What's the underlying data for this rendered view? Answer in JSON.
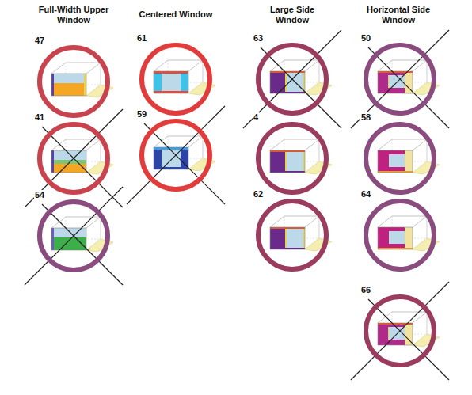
{
  "diagram": {
    "nodes": [
      {
        "text": [
          "47"
        ]
      },
      {
        "text": [
          "41"
        ]
      },
      {
        "text": [
          "54"
        ]
      },
      {
        "text": [
          "61"
        ]
      },
      {
        "text": [
          "59"
        ]
      },
      {
        "text": [
          "63"
        ]
      },
      {
        "text": [
          "4"
        ]
      },
      {
        "text": [
          "62"
        ]
      },
      {
        "text": [
          "50"
        ]
      },
      {
        "text": [
          "58"
        ]
      },
      {
        "text": [
          "64"
        ]
      },
      {
        "text": [
          "66"
        ]
      }
    ],
    "labels": [
      "Full-Width Upper Window",
      "Centered Window",
      "Large Side Window",
      "Horizontal Side Window"
    ]
  }
}
